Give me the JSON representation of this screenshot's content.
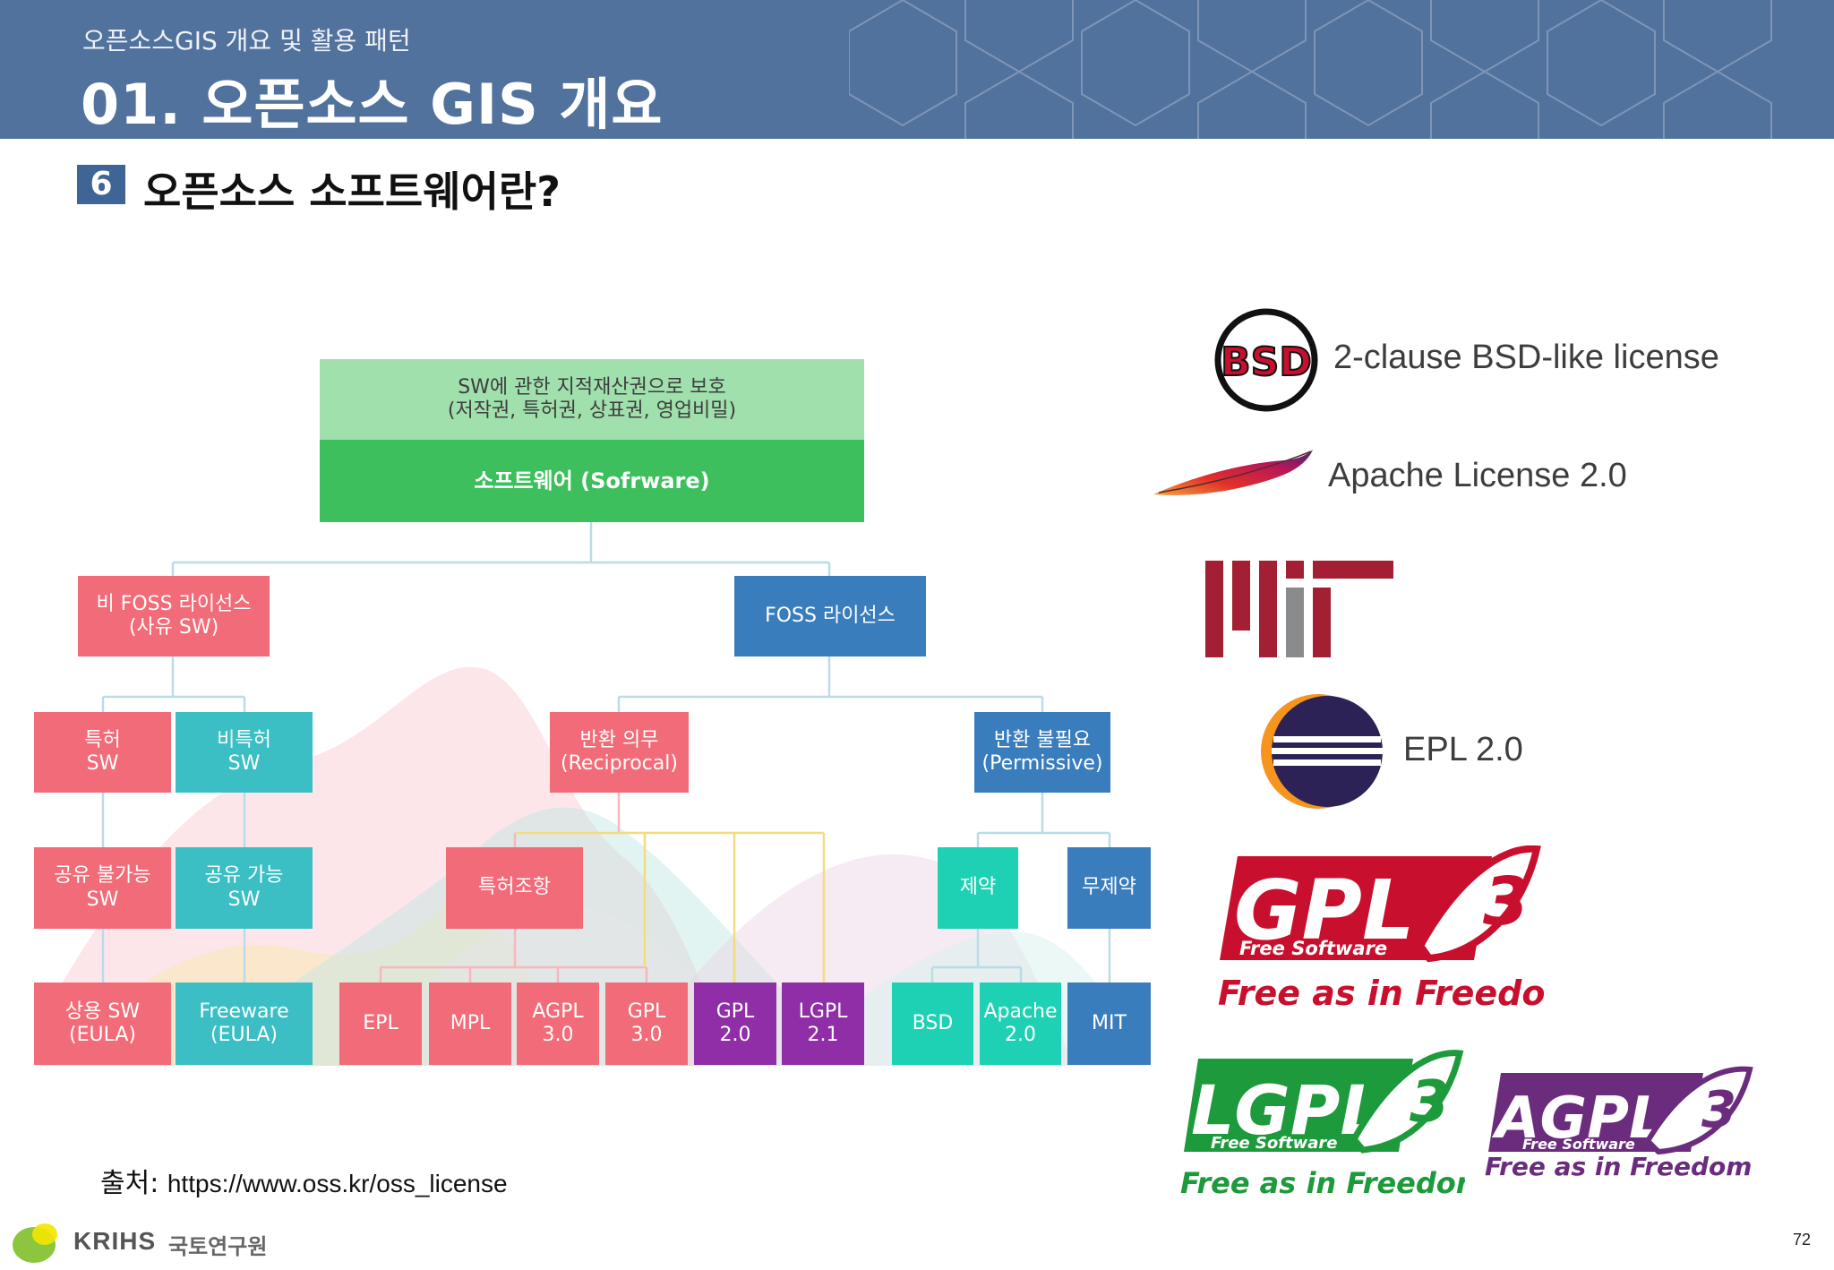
{
  "header": {
    "subtitle": "오픈소스GIS 개요 및 활용 패턴",
    "title": "01. 오픈소스 GIS 개요"
  },
  "section": {
    "number": "6",
    "title": "오픈소스 소프트웨어란?"
  },
  "diagram": {
    "root_top": "SW에 관한 지적재산권으로 보호\n(저작권, 특허권, 상표권, 영업비밀)",
    "root_bottom": "소프트웨어 (Sofrware)",
    "non_foss": "비 FOSS 라이선스\n(사유 SW)",
    "foss": "FOSS 라이선스",
    "patent_sw": "특허\nSW",
    "non_patent_sw": "비특허\nSW",
    "reciprocal": "반환 의무\n(Reciprocal)",
    "permissive": "반환 불필요\n(Permissive)",
    "no_share": "공유 불가능\nSW",
    "share": "공유 가능\nSW",
    "patent_clause": "특허조항",
    "restricted": "제약",
    "unrestricted": "무제약",
    "commercial": "상용 SW\n(EULA)",
    "freeware": "Freeware\n(EULA)",
    "epl": "EPL",
    "mpl": "MPL",
    "agpl3": "AGPL\n3.0",
    "gpl3": "GPL\n3.0",
    "gpl2": "GPL\n2.0",
    "lgpl21": "LGPL\n2.1",
    "bsd": "BSD",
    "apache2": "Apache\n2.0",
    "mit": "MIT"
  },
  "colors": {
    "header_bg": "#52729e",
    "pink": "#f26b78",
    "teal": "#3bbfc4",
    "blue": "#3a7dbd",
    "purple": "#8f2ea6",
    "cyan": "#1fd1b4",
    "green_light": "#a0e0ad",
    "green": "#3cbf5c"
  },
  "logos": {
    "bsd_mark": "BSD",
    "bsd_label": "2-clause BSD-like license",
    "apache_icon": "apache-feather-icon",
    "apache_label": "Apache License 2.0",
    "mit_icon": "mit-logo-icon",
    "epl_icon": "eclipse-logo-icon",
    "epl_label": "EPL 2.0",
    "gpl_mark": "GPL",
    "gpl_free_software": "Free Software",
    "gpl_tagline": "Free as in Freedom",
    "lgpl_mark": "LGPL",
    "lgpl_free_software": "Free Software",
    "lgpl_tagline": "Free as in Freedom",
    "agpl_mark": "AGPL",
    "agpl_free_software": "Free Software",
    "agpl_tagline": "Free as in Freedom"
  },
  "source": {
    "prefix": "출처",
    "url": "https://www.oss.kr/oss_license"
  },
  "footer": {
    "org_en": "KRIHS",
    "org_kr": "국토연구원",
    "page": "72"
  }
}
